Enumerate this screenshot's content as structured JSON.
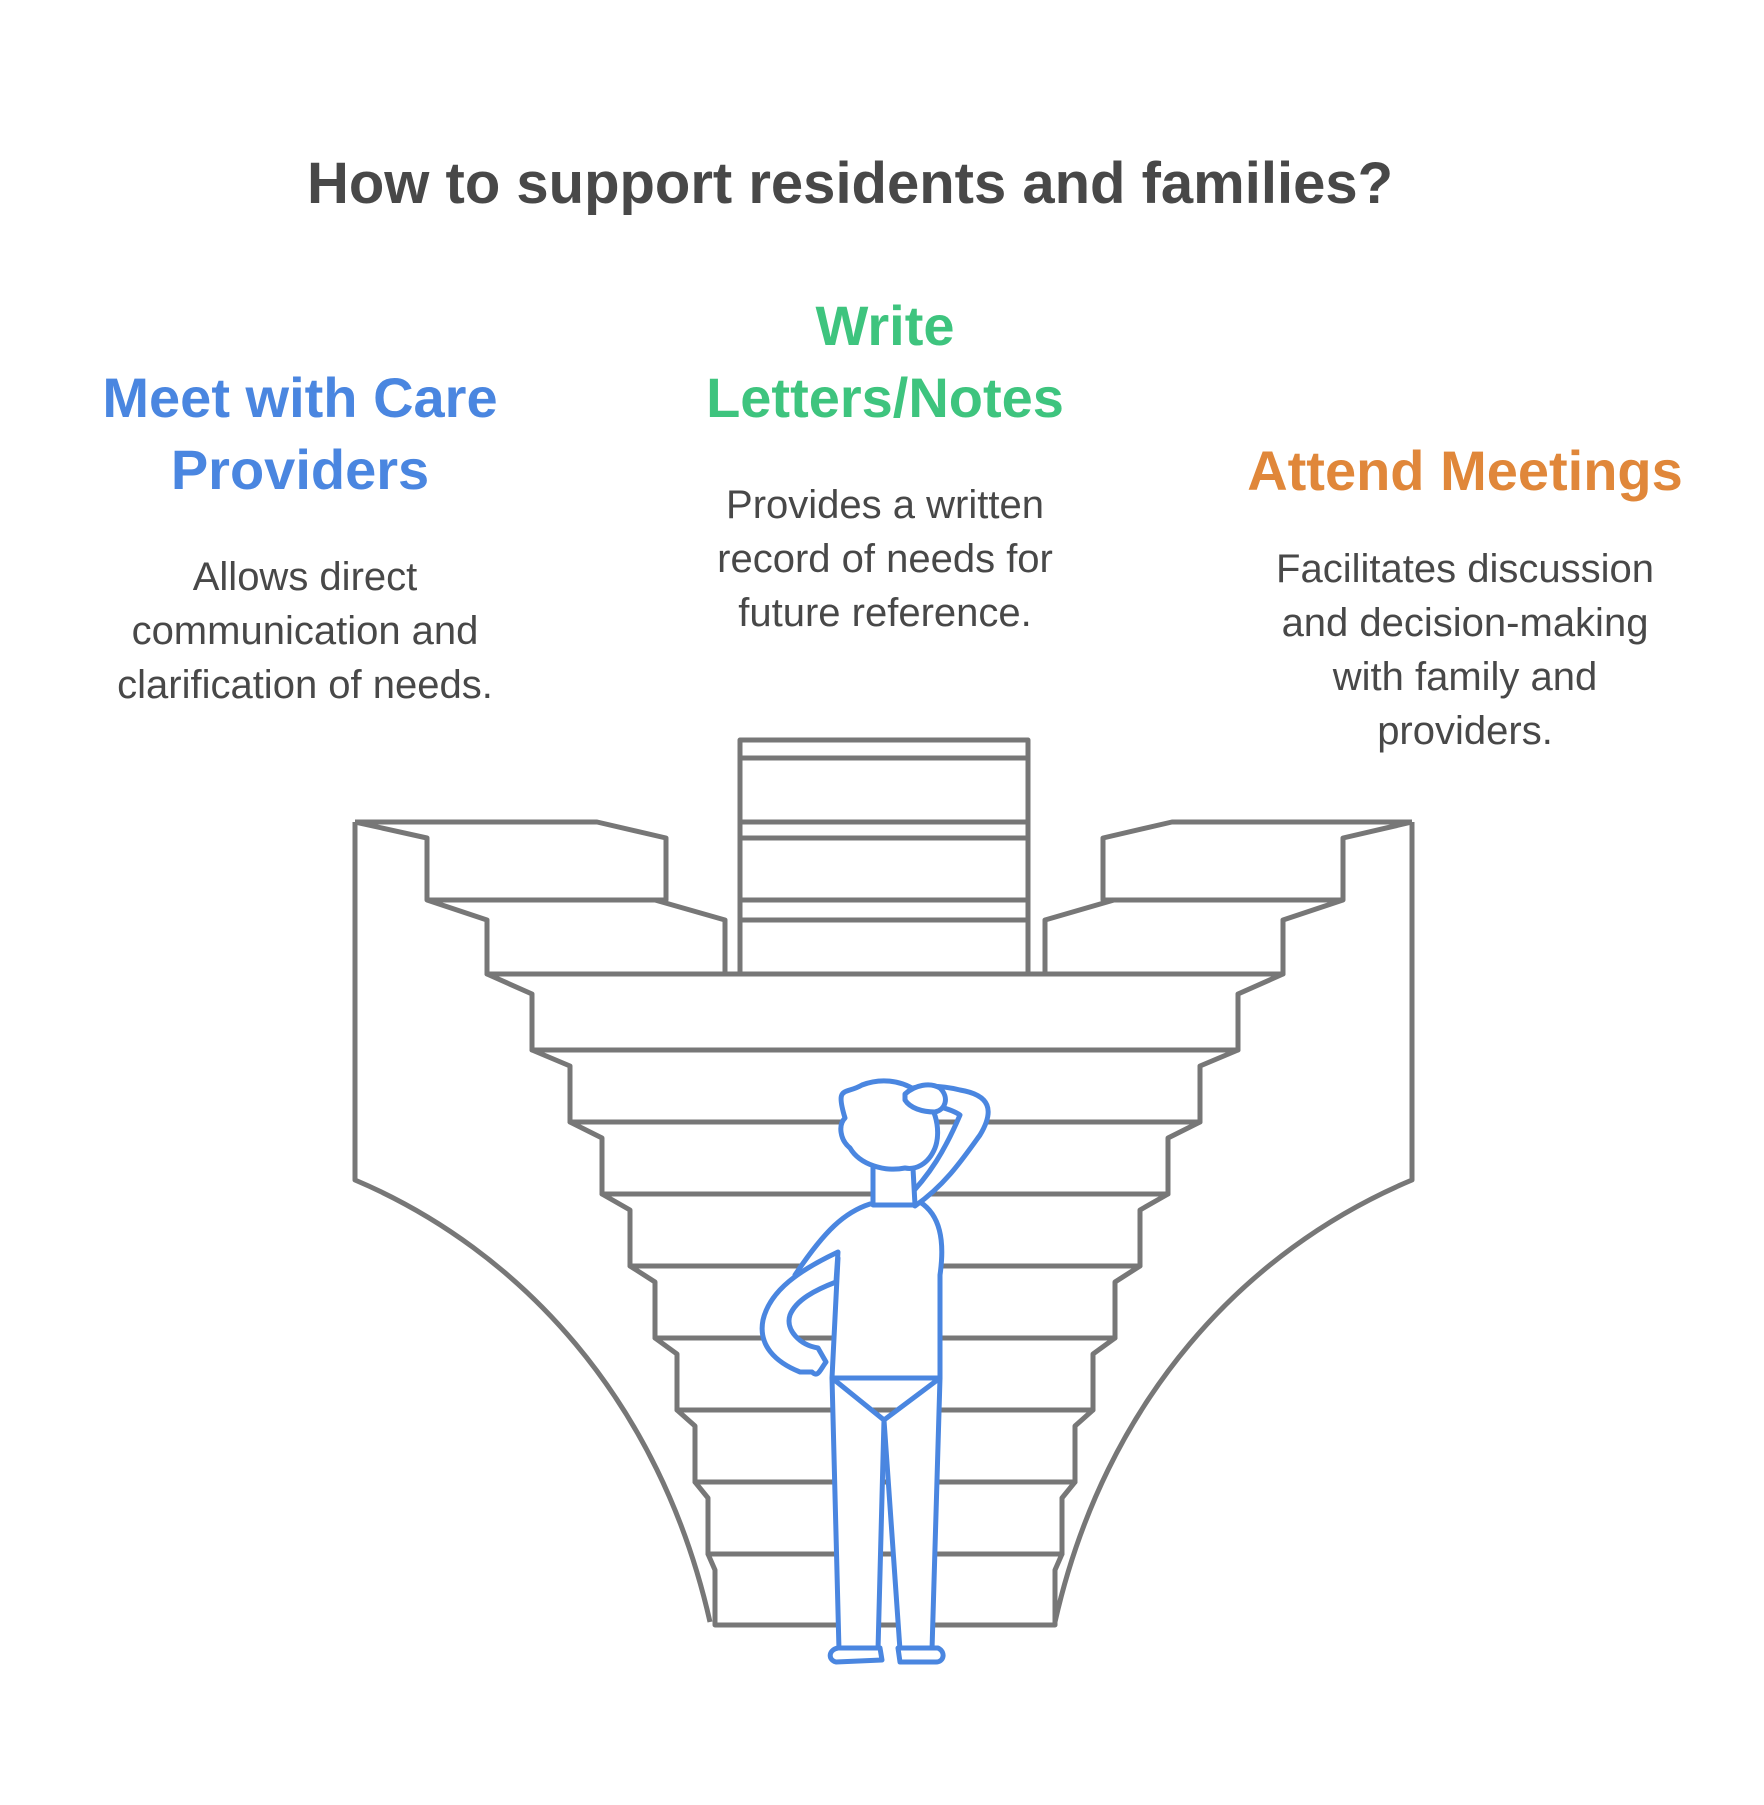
{
  "title": "How to support residents and families?",
  "colors": {
    "blue": "#4a86e0",
    "green": "#3ec47e",
    "orange": "#e0873a",
    "gray": "#777777",
    "text": "#484848"
  },
  "options": {
    "left": {
      "title_lines": [
        "Meet with Care",
        "Providers"
      ],
      "desc_lines": [
        "Allows direct",
        "communication and",
        "clarification of needs."
      ],
      "color": "#4a86e0"
    },
    "center": {
      "title_lines": [
        "Write",
        "Letters/Notes"
      ],
      "desc_lines": [
        "Provides a written",
        "record of needs for",
        "future reference."
      ],
      "color": "#3ec47e"
    },
    "right": {
      "title_lines": [
        "Attend Meetings"
      ],
      "desc_lines": [
        "Facilitates discussion",
        "and decision-making",
        "with family and",
        "providers."
      ],
      "color": "#e0873a"
    }
  },
  "icons": {
    "figure": "thinking-person-icon",
    "structure": "staircase-icon"
  }
}
